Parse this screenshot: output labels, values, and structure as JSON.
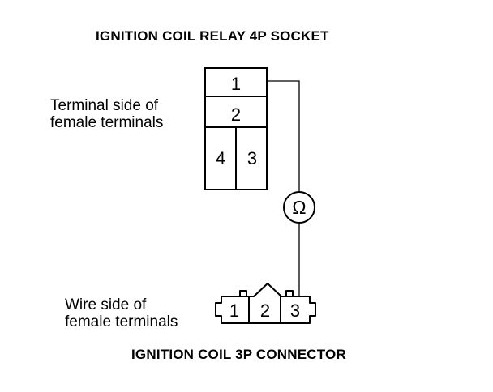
{
  "titles": {
    "relay_socket": "IGNITION COIL RELAY 4P SOCKET",
    "coil_connector": "IGNITION COIL 3P CONNECTOR"
  },
  "labels": {
    "terminal_side_line1": "Terminal side of",
    "terminal_side_line2": "female terminals",
    "wire_side_line1": "Wire side of",
    "wire_side_line2": "female terminals"
  },
  "relay_socket": {
    "terminals": [
      "1",
      "2",
      "4",
      "3"
    ]
  },
  "coil_connector": {
    "terminals": [
      "1",
      "2",
      "3"
    ]
  },
  "meter": {
    "symbol": "Ω"
  },
  "colors": {
    "ink": "#000000",
    "background": "#ffffff"
  }
}
